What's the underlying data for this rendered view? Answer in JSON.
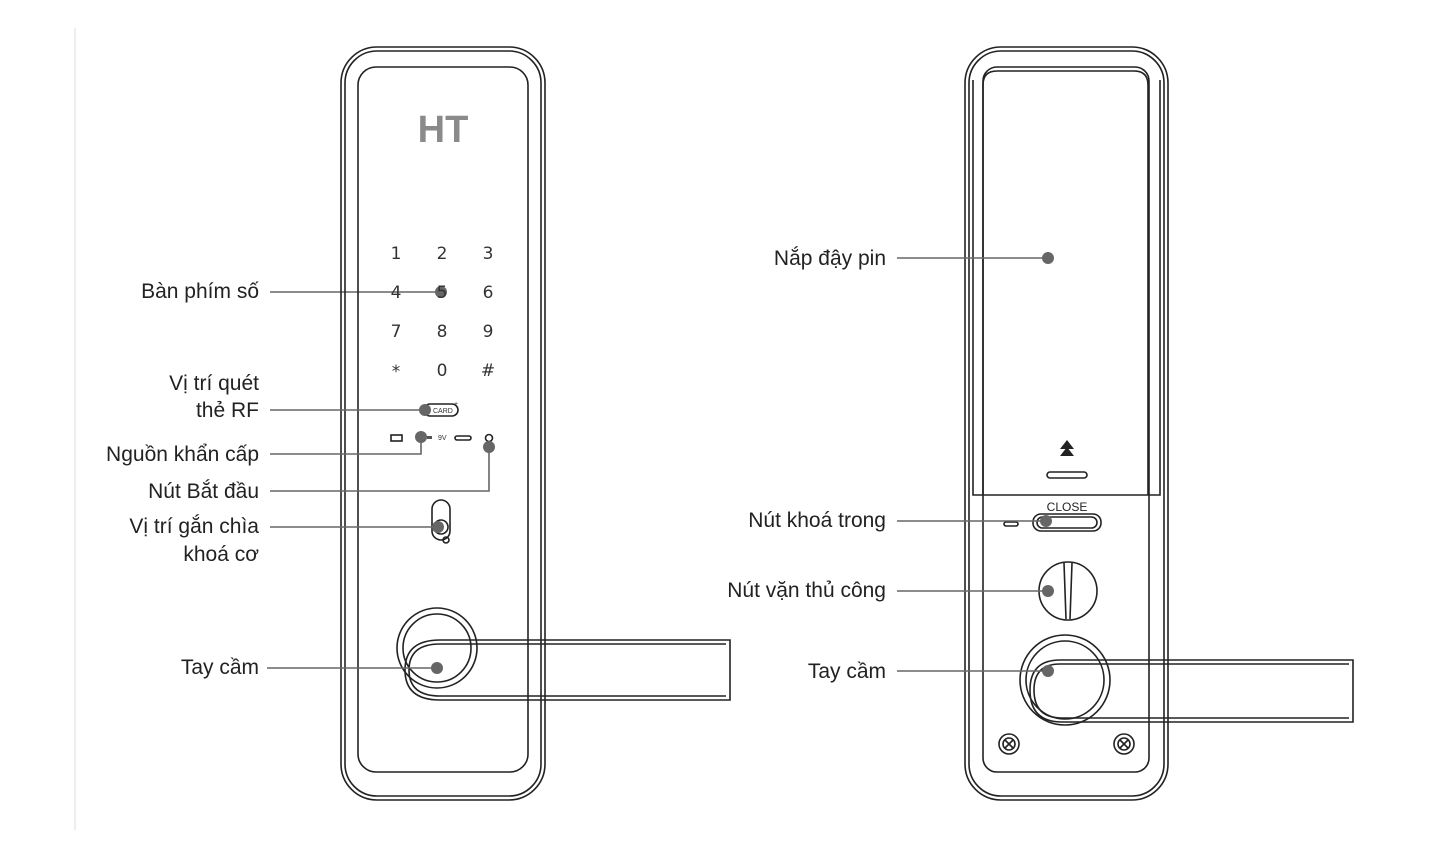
{
  "logo": "HT",
  "front": {
    "keypad": [
      "1",
      "2",
      "3",
      "4",
      "5",
      "6",
      "7",
      "8",
      "9",
      "*",
      "0",
      "#"
    ],
    "card_label": "CARD",
    "voltage_label": "9V",
    "labels": {
      "keypad": "Bàn phím số",
      "rf_line1": "Vị trí quét",
      "rf_line2": "thẻ RF",
      "emergency_power": "Nguồn khẩn cấp",
      "start_button": "Nút Bắt đầu",
      "key_line1": "Vị trí gắn chìa",
      "key_line2": "khoá cơ",
      "handle": "Tay cầm"
    }
  },
  "back": {
    "close_label": "CLOSE",
    "labels": {
      "battery_cover": "Nắp đậy pin",
      "inner_lock": "Nút khoá trong",
      "thumb_turn": "Nút vặn thủ công",
      "handle": "Tay cầm"
    }
  }
}
